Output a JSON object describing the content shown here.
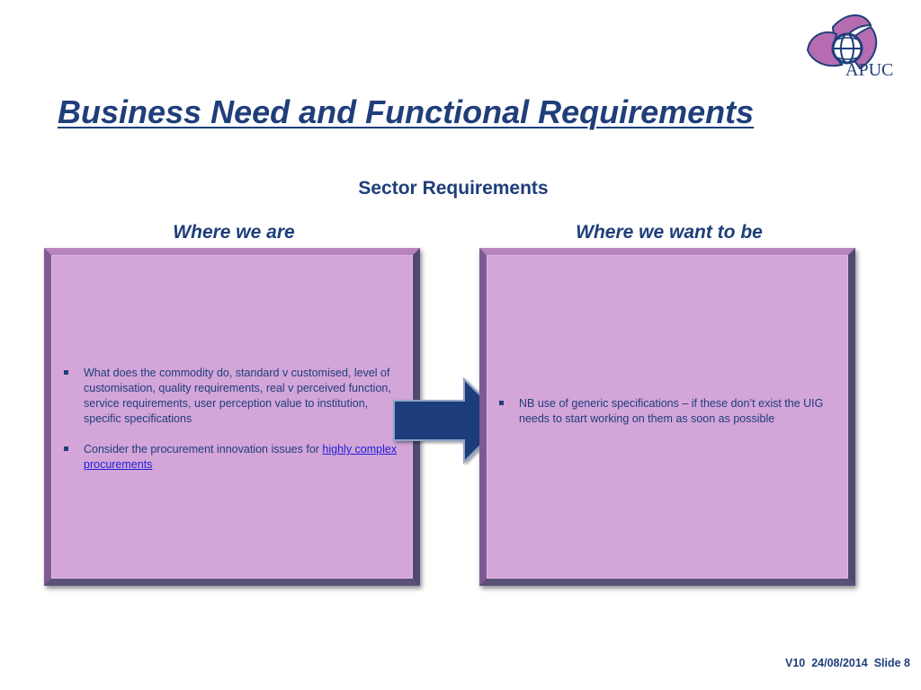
{
  "logo": {
    "text": "APUC",
    "icon": "apuc-globe-logo"
  },
  "title": "Business Need and Functional Requirements",
  "subtitle": "Sector Requirements",
  "left_column": {
    "heading": "Where we are",
    "bullets": [
      {
        "text": "What does the commodity do, standard v customised, level of customisation, quality requirements, real v perceived function, service requirements, user perception value to institution, specific specifications"
      },
      {
        "text": "Consider the procurement innovation issues for ",
        "link": "highly complex procurements"
      }
    ]
  },
  "right_column": {
    "heading": "Where we want to be",
    "bullets": [
      {
        "text": "NB use of generic specifications – if these don’t exist the UIG needs to start working on them as soon as possible"
      }
    ]
  },
  "arrow": {
    "icon": "right-arrow-icon"
  },
  "footer": {
    "version": "V10",
    "date": "24/08/2014",
    "slide": "Slide 8"
  },
  "colors": {
    "title": "#1f3e7a",
    "panel_fill": "#d3a5d9",
    "arrow_fill": "#1f3e7a",
    "logo_purple": "#b56cb0"
  }
}
